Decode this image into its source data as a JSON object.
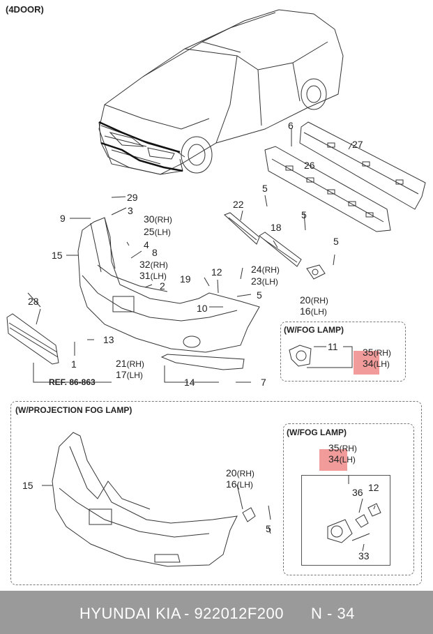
{
  "header": {
    "variant": "(4DOOR)"
  },
  "callouts": {
    "c29": "29",
    "c9": "9",
    "c3": "3",
    "c30": "30",
    "c25": "25",
    "c4": "4",
    "c8": "8",
    "c15": "15",
    "c32": "32",
    "c31": "31",
    "c2": "2",
    "c19": "19",
    "c12": "12",
    "c24": "24",
    "c23": "23",
    "c10": "10",
    "c5a": "5",
    "c5b": "5",
    "c5c": "5",
    "c5d": "5",
    "c22": "22",
    "c18": "18",
    "c6": "6",
    "c27": "27",
    "c26": "26",
    "c20": "20",
    "c16": "16",
    "c28": "28",
    "c13": "13",
    "c1": "1",
    "c21": "21",
    "c17": "17",
    "c14": "14",
    "c7": "7",
    "c11": "11",
    "c35": "35",
    "c34": "34",
    "p15": "15",
    "p20": "20",
    "p16": "16",
    "p5": "5",
    "f35": "35",
    "f34": "34",
    "f36": "36",
    "f12": "12",
    "f33": "33"
  },
  "suffixes": {
    "rh": "(RH)",
    "lh": "(LH)"
  },
  "reference": "REF. 86-863",
  "boxes": {
    "fog_lamp_top": "(W/FOG LAMP)",
    "projection": "(W/PROJECTION FOG LAMP)",
    "fog_lamp_inner": "(W/FOG LAMP)"
  },
  "highlight_part": "34",
  "colors": {
    "highlight": "#f08a8a",
    "footer_bg": "#9a9a9a",
    "footer_text": "#ffffff",
    "line": "#333333"
  },
  "footer": {
    "brand": "HYUNDAI  KIA",
    "part_number": "- 922012F200",
    "page_ref": "N - 34"
  }
}
